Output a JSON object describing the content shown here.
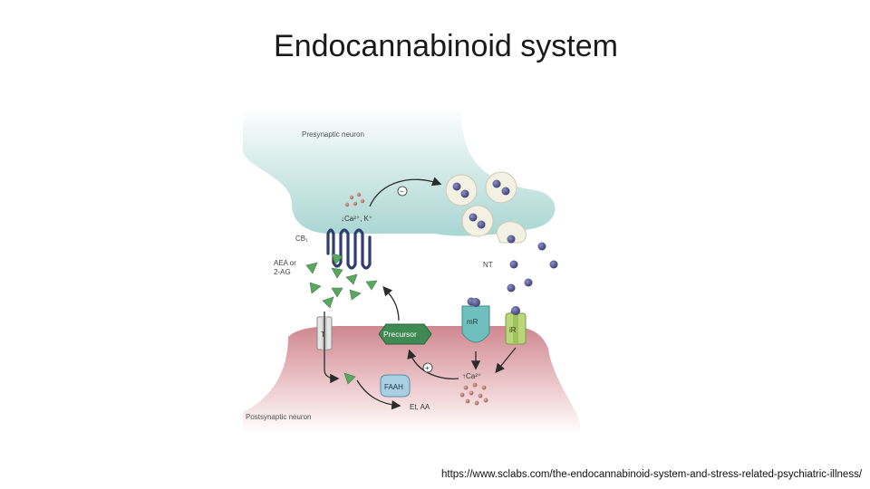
{
  "slide": {
    "title": "Endocannabinoid system",
    "source_url": "https://www.sclabs.com/the-endocannabinoid-system-and-stress-related-psychiatric-illness/"
  },
  "diagram": {
    "presynaptic_label": "Presynaptic neuron",
    "postsynaptic_label": "Postsynaptic neuron",
    "cb1_label": "CB₁",
    "ligand_label_line1": "AEA or",
    "ligand_label_line2": "2-AG",
    "ion_label": "↓Ca²⁺, K⁺",
    "nt_label": "NT",
    "transporter_label": "T",
    "precursor_label": "Precursor",
    "mr_label": "mR",
    "ir_label": "iR",
    "faah_label": "FAAH",
    "products_label": "Et, AA",
    "calcium_label": "↑Ca²⁺",
    "inhibit_sign": "−",
    "stimulate_sign": "+",
    "colors": {
      "presynaptic_fill": "#a9d6d3",
      "postsynaptic_fill": "#d99aa0",
      "ligand_green": "#5aa860",
      "precursor_green": "#3f8a52",
      "receptor_teal": "#6fbfbf",
      "neurotransmitter": "#4c4e86",
      "vesicle": "#f2efe0",
      "cb1_receptor": "#2f3e6e"
    }
  }
}
